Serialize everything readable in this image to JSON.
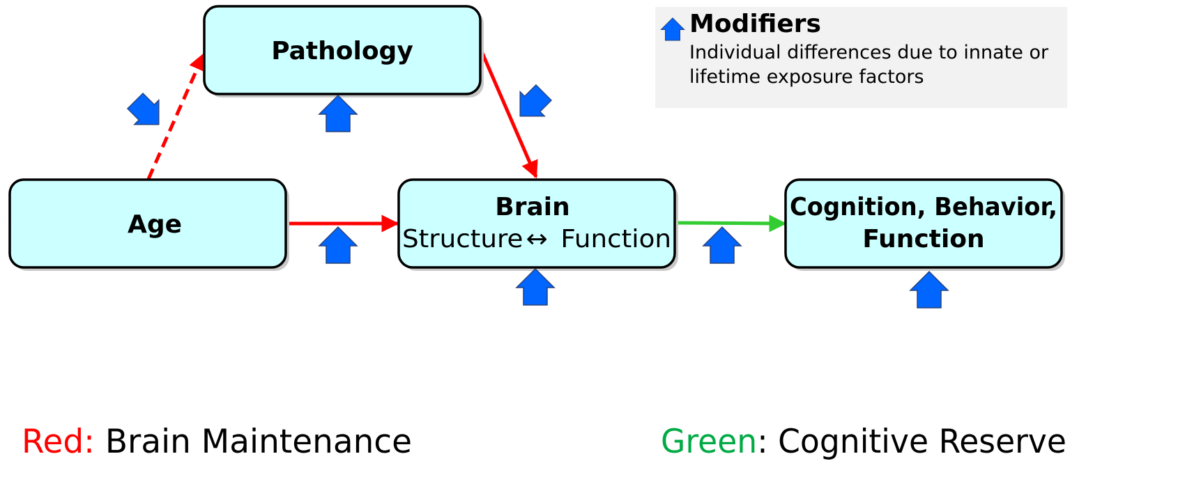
{
  "nodes": {
    "pathology": {
      "title": "Pathology"
    },
    "age": {
      "title": "Age"
    },
    "brain": {
      "title": "Brain",
      "subtitle_left": "Structure",
      "subtitle_symbol": "↔",
      "subtitle_right": "Function"
    },
    "cognition": {
      "title_line1": "Cognition, Behavior,",
      "title_line2": "Function"
    }
  },
  "legend": {
    "title": "Modifiers",
    "description_line1": "Individual differences due to innate or",
    "description_line2": "lifetime exposure factors",
    "icon": "up-arrow-icon"
  },
  "captions": {
    "red_label": "Red:",
    "red_text": " Brain Maintenance",
    "green_label": "Green",
    "green_text": ": Cognitive Reserve"
  },
  "colors": {
    "node_fill": "#ccffff",
    "red": "#ff0000",
    "green": "#33cc33",
    "caption_green": "#00aa44",
    "modifier": "#0066ff",
    "legend_bg": "#f2f2f2"
  }
}
